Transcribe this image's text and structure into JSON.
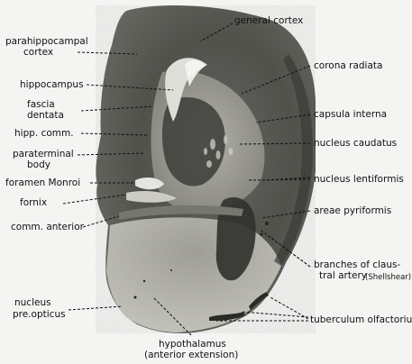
{
  "labels": {
    "general_cortex": "general cortex",
    "parahippocampal_cortex_1": "parahippocampal",
    "parahippocampal_cortex_2": "cortex",
    "corona_radiata": "corona radiata",
    "hippocampus": "hippocampus",
    "fascia_dentata_1": "fascia",
    "fascia_dentata_2": "dentata",
    "capsula_interna": "capsula interna",
    "hipp_comm": "hipp. comm.",
    "nucleus_caudatus": "nucleus caudatus",
    "paraterminal_body_1": "paraterminal",
    "paraterminal_body_2": "body",
    "nucleus_lentiformis": "nucleus lentiformis",
    "foramen_monroi": "foramen Monroi",
    "fornix": "fornix",
    "areae_pyriformis": "areae pyriformis",
    "comm_anterior": "comm. anterior",
    "branches_1": "branches of claus-",
    "branches_2": "tral artery",
    "branches_3": "(Shellshear)",
    "nucleus_preopticus_1": "nucleus",
    "nucleus_preopticus_2": "pre.opticus",
    "tuberculum_olfactorium": "tuberculum olfactorium",
    "hypothalamus_1": "hypothalamus",
    "hypothalamus_2": "(anterior extension)"
  }
}
